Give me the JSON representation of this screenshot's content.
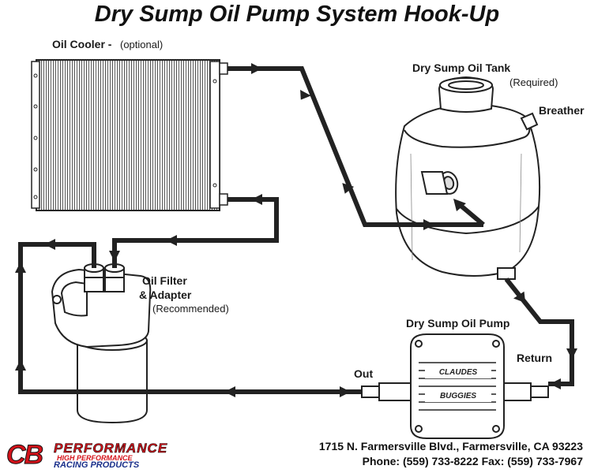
{
  "title": "Dry Sump Oil Pump System Hook-Up",
  "labels": {
    "oil_cooler": "Oil Cooler -",
    "oil_cooler_note": "(optional)",
    "tank": "Dry Sump Oil Tank",
    "tank_note": "(Required)",
    "breather": "Breather",
    "filter_line1": "Oil Filter",
    "filter_line2": "& Adapter",
    "filter_note": "(Recommended)",
    "pump": "Dry Sump Oil Pump",
    "return": "Return",
    "out": "Out",
    "pump_cast_1": "CLAUDES",
    "pump_cast_2": "BUGGIES"
  },
  "logo": {
    "cb": "CB",
    "performance": "PERFORMANCE",
    "tagline": "HIGH PERFORMANCE",
    "sub": "RACING PRODUCTS"
  },
  "contact": {
    "address": "1715 N. Farmersville Blvd., Farmersville, CA 93223",
    "phone_fax": "Phone: (559) 733-8222 Fax: (559) 733-7967"
  },
  "colors": {
    "line": "#222222",
    "logo_red": "#d4121a",
    "logo_blue": "#1a2f8a"
  }
}
